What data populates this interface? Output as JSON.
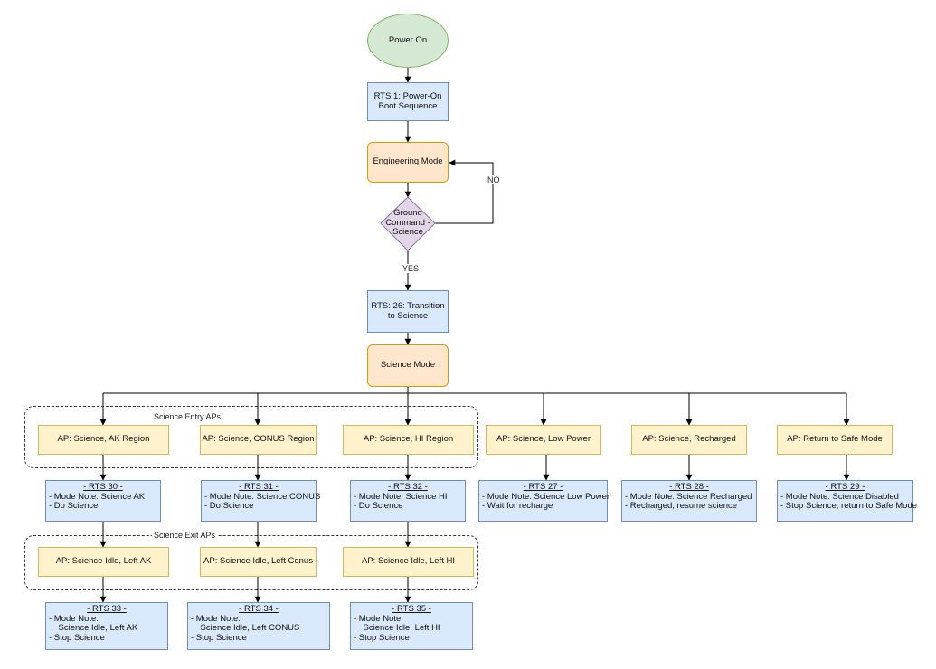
{
  "nodes": {
    "power_on": "Power On",
    "rts1": "RTS 1: Power-On Boot Sequence",
    "engineering": "Engineering Mode",
    "decision": "Ground Command - Science",
    "rts26": "RTS: 26: Transition to Science",
    "science_mode": "Science Mode"
  },
  "edges": {
    "no": "NO",
    "yes": "YES"
  },
  "groups": {
    "entry": "Science Entry APs",
    "exit": "Science Exit APs"
  },
  "aps": [
    "AP: Science, AK Region",
    "AP: Science, CONUS Region",
    "AP: Science, HI Region",
    "AP: Science, Low Power",
    "AP: Science, Recharged",
    "AP: Return to Safe Mode"
  ],
  "rts_mid": [
    {
      "title": "- RTS 30 -",
      "lines": [
        "- Mode Note: Science AK",
        "- Do Science"
      ]
    },
    {
      "title": "- RTS 31 -",
      "lines": [
        "- Mode Note: Science CONUS",
        "- Do Science"
      ]
    },
    {
      "title": "- RTS 32 -",
      "lines": [
        "- Mode Note: Science HI",
        "- Do Science"
      ]
    },
    {
      "title": "- RTS 27 -",
      "lines": [
        "- Mode Note: Science Low Power",
        "- Wait for recharge"
      ]
    },
    {
      "title": "- RTS 28 -",
      "lines": [
        "- Mode Note: Science Recharged",
        "- Recharged, resume science"
      ]
    },
    {
      "title": "- RTS 29 -",
      "lines": [
        "- Mode Note: Science Disabled",
        "- Stop Science, return to Safe Mode"
      ]
    }
  ],
  "exit_aps": [
    "AP: Science Idle, Left AK",
    "AP: Science Idle, Left Conus",
    "AP: Science Idle, Left HI"
  ],
  "rts_bottom": [
    {
      "title": "- RTS 33 -",
      "lines": [
        "- Mode Note:",
        "    Science Idle, Left AK",
        "- Stop Science"
      ]
    },
    {
      "title": "- RTS 34 -",
      "lines": [
        "- Mode Note:",
        "    Science Idle, Left CONUS",
        "- Stop Science"
      ]
    },
    {
      "title": "- RTS 35 -",
      "lines": [
        "- Mode Note:",
        "    Science Idle, Left HI",
        "- Stop Science"
      ]
    }
  ],
  "colors": {
    "blue_fill": "#dae8fc",
    "blue_stroke": "#6c8ebf",
    "orange_fill": "#ffe6cc",
    "orange_stroke": "#d79b00",
    "yellow_fill": "#fff2cc",
    "yellow_stroke": "#d6b656",
    "green_fill": "#d5e8d4",
    "green_stroke": "#82b366",
    "purple_fill": "#e1d5e7",
    "purple_stroke": "#9673a6"
  }
}
